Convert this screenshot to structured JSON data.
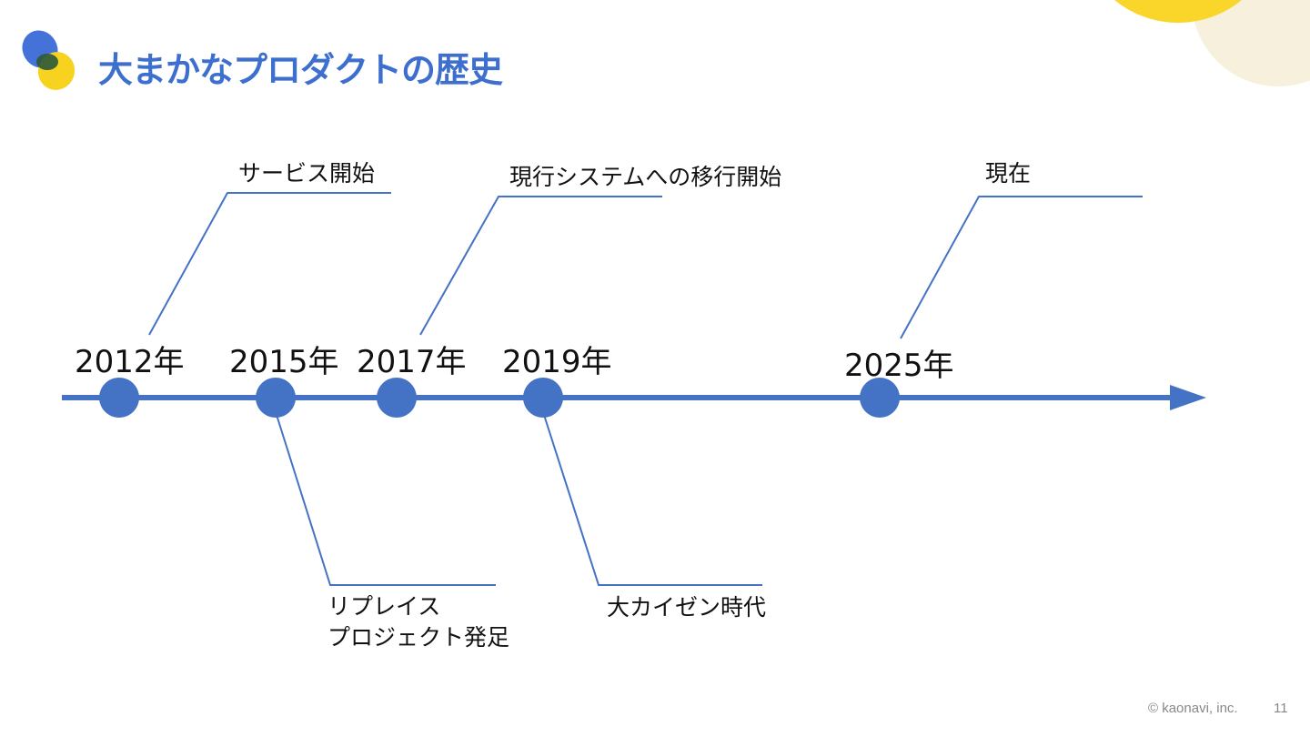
{
  "slide": {
    "title": "大まかなプロダクトの歴史",
    "page_number": "11",
    "copyright": "© kaonavi, inc."
  },
  "colors": {
    "accent_blue": "#3d6fce",
    "timeline_blue": "#4472c4",
    "logo_blue": "#4472d9",
    "logo_yellow": "#f7d21e",
    "logo_green": "#2e5a3a",
    "corner_yellow": "#f9d629",
    "corner_cream": "#f6f0dc"
  },
  "timeline": {
    "milestones": [
      {
        "year": "2012年",
        "event": "サービス開始"
      },
      {
        "year": "2015年",
        "event_line1": "リプレイス",
        "event_line2": "プロジェクト発足"
      },
      {
        "year": "2017年",
        "event": "現行システムへの移行開始"
      },
      {
        "year": "2019年",
        "event": "大カイゼン時代"
      },
      {
        "year": "2025年",
        "event": "現在"
      }
    ]
  }
}
